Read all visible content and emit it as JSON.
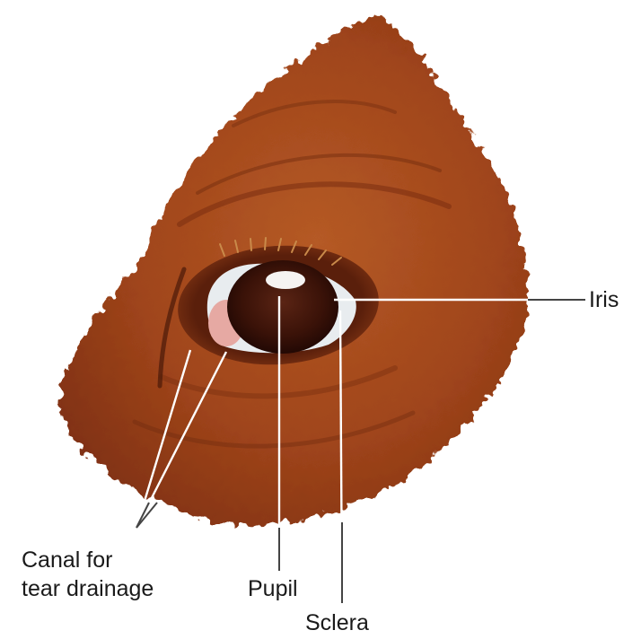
{
  "labels": {
    "iris": "Iris",
    "canal_line1": "Canal for",
    "canal_line2": "tear drainage",
    "pupil": "Pupil",
    "sclera": "Sclera"
  },
  "colors": {
    "fur_dark": "#7a2e10",
    "fur_mid": "#a4481c",
    "fur_light": "#c2652c",
    "iris": "#3a1208",
    "pupil_highlight": "#ffffff",
    "sclera": "#e8ecef",
    "tear_pink": "#e6a9a3",
    "leader_line": "#ffffff"
  }
}
